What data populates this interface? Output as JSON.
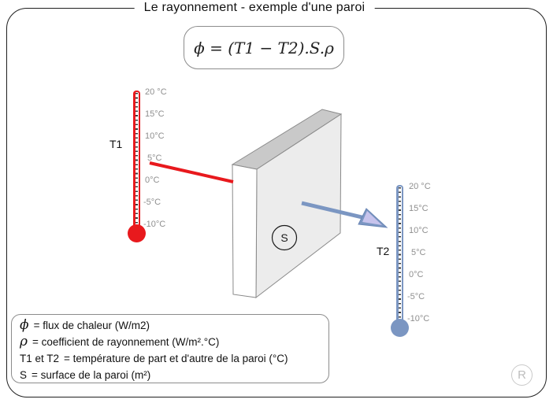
{
  "title": "Le rayonnement - exemple d'une paroi",
  "formula": {
    "text": "ϕ = (T1 − T2).S.ρ"
  },
  "thermometers": {
    "left": {
      "label": "T1",
      "scale": [
        "20 °C",
        "15°C",
        "10°C",
        "5°C",
        "0°C",
        "-5°C",
        "-10°C"
      ],
      "color": "#e8191d"
    },
    "right": {
      "label": "T2",
      "scale": [
        "20 °C",
        "15°C",
        "10°C",
        "5°C",
        "0°C",
        "-5°C",
        "-10°C"
      ],
      "color": "#7b96c2"
    }
  },
  "wall": {
    "surface_label": "S"
  },
  "legend": {
    "items": [
      {
        "symbol": "ϕ",
        "text": "= flux de chaleur (W/m2)"
      },
      {
        "symbol": "ρ",
        "text": "= coefficient de rayonnement (W/m².°C)"
      },
      {
        "symbol": "T1 et T2",
        "text": "= température de part et d'autre de la paroi (°C)"
      },
      {
        "symbol": "S",
        "text": "= surface de la paroi (m²)"
      }
    ]
  },
  "watermark": "R",
  "colors": {
    "hot": "#e8191d",
    "cold": "#7b96c2",
    "arrowhead_light": "#c7c3ec",
    "wall_face": "#ececec",
    "wall_top": "#c9c9c9",
    "wall_side": "#ffffff",
    "tick_label": "#8f8f8f"
  }
}
